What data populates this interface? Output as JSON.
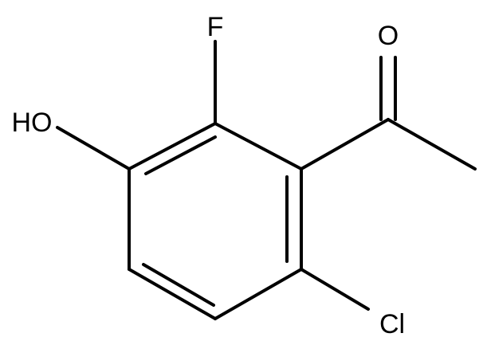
{
  "molecule": {
    "atoms": {
      "fluorine": "F",
      "oxygen": "O",
      "hydroxyl": "HO",
      "chlorine": "Cl"
    }
  }
}
